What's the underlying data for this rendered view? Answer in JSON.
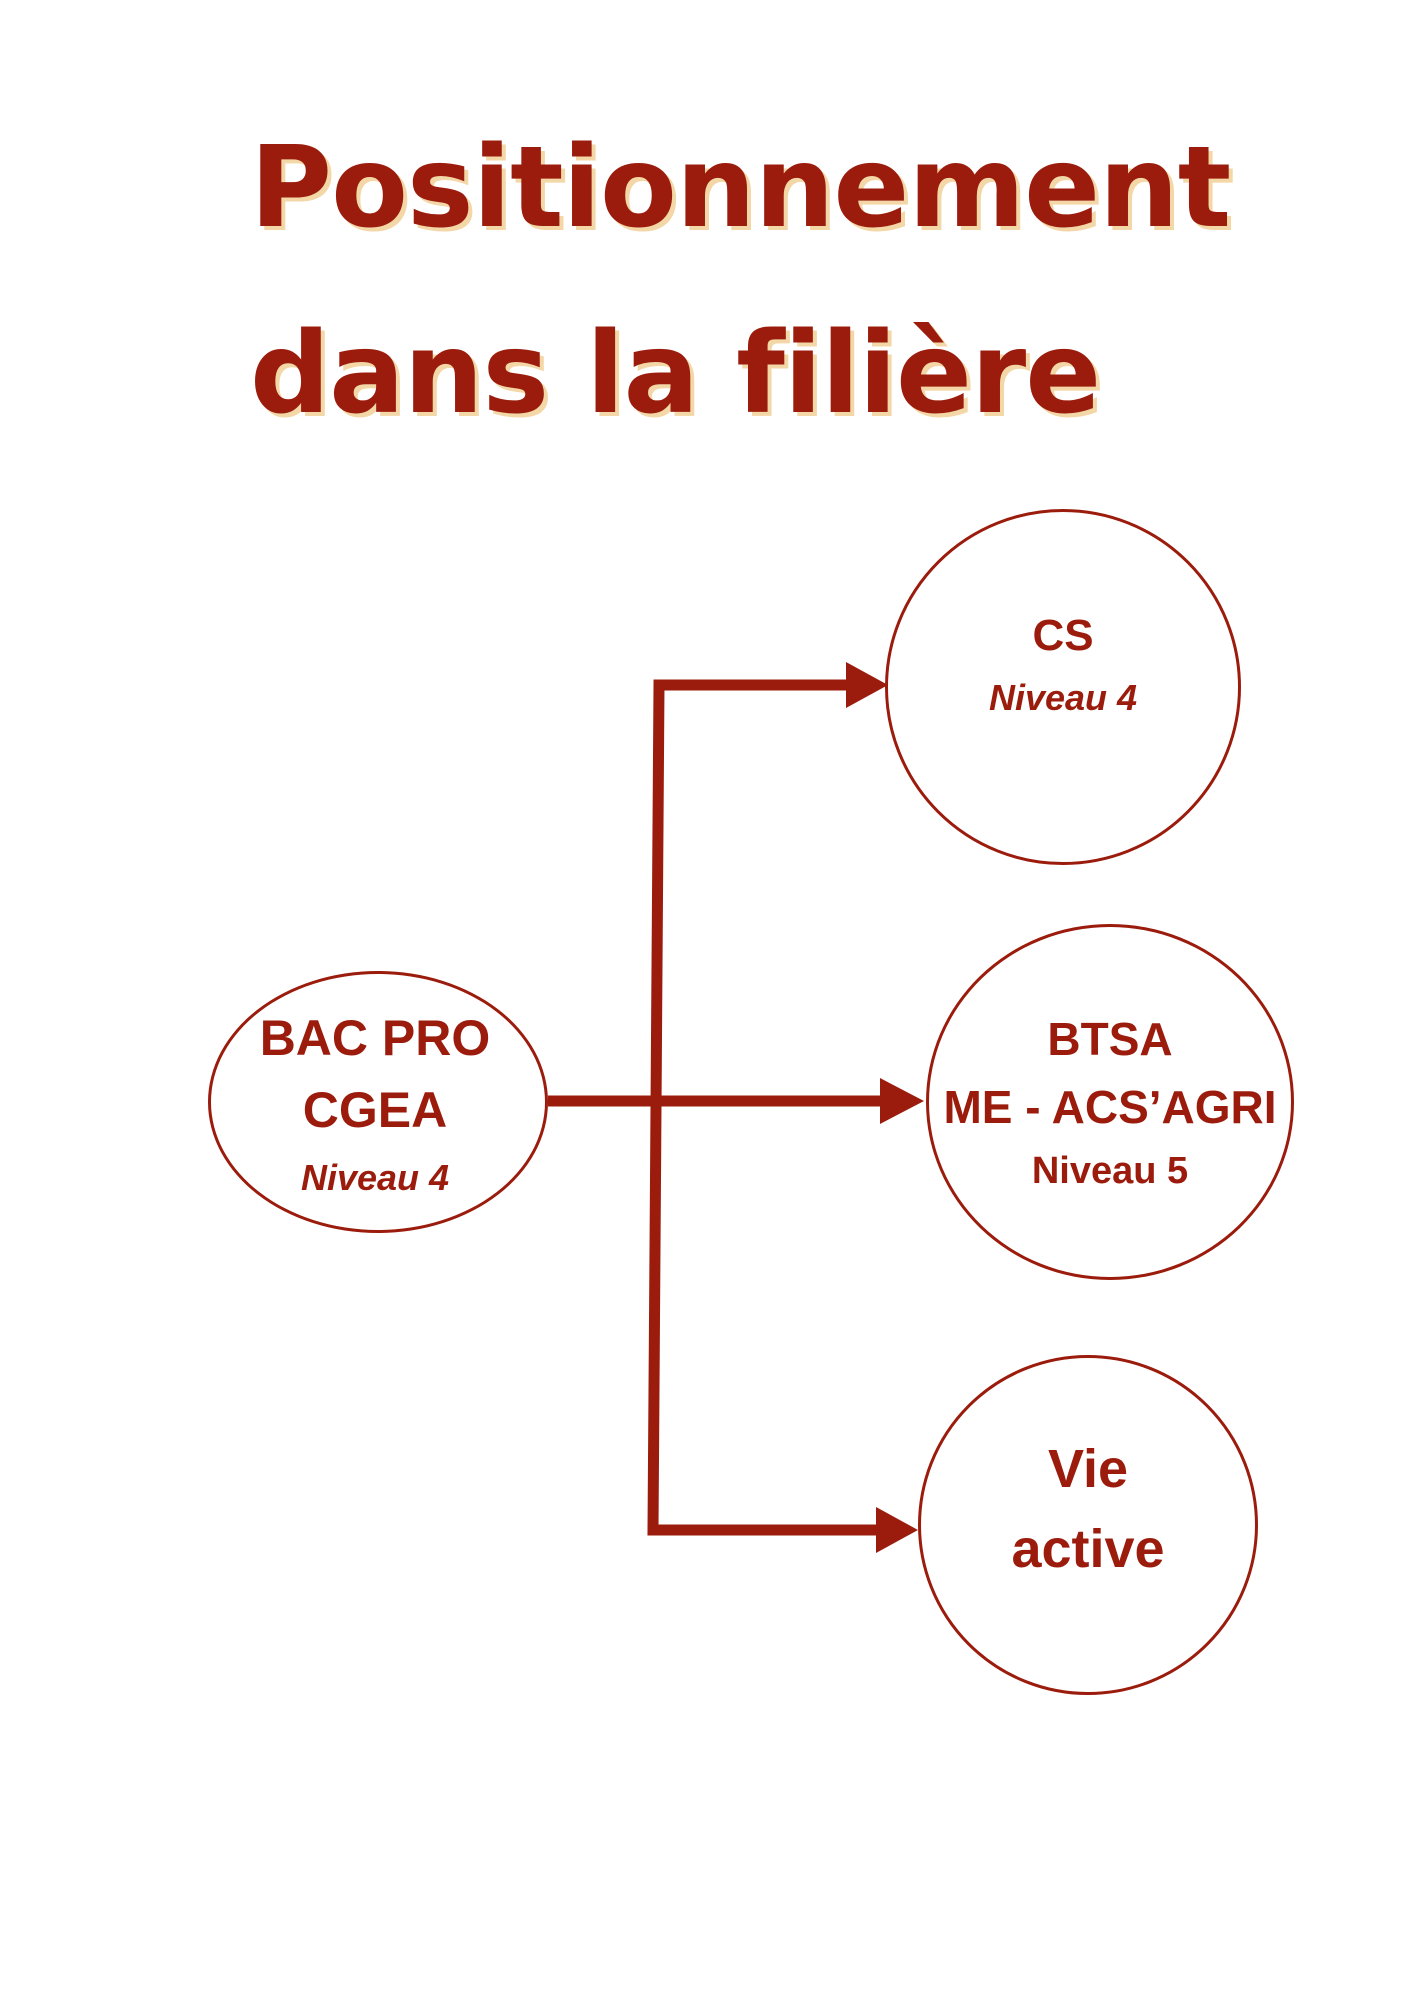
{
  "title": {
    "line1": "Positionnement",
    "line2": "dans la filière"
  },
  "nodes": {
    "bac": {
      "line1": "BAC PRO",
      "line2": "CGEA",
      "level": "Niveau 4"
    },
    "cs": {
      "line1": "CS",
      "level": "Niveau 4"
    },
    "btsa": {
      "line1": "BTSA",
      "line2": "ME - ACS’AGRI",
      "level": "Niveau 5"
    },
    "vie": {
      "line1": "Vie",
      "line2": "active"
    }
  },
  "colors": {
    "primary": "#9b1c0c",
    "title_shadow": "#f3d7a7",
    "background": "#ffffff"
  }
}
